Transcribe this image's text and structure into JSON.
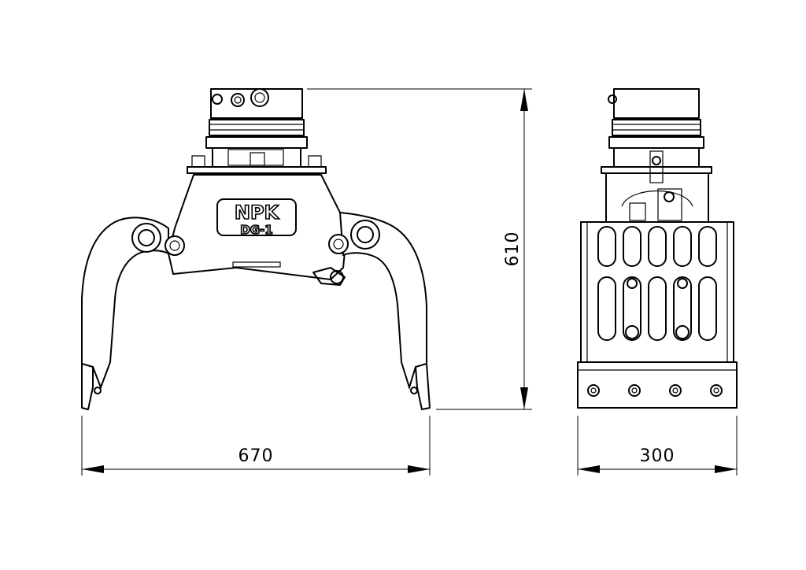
{
  "dimensions": {
    "width_label": "670",
    "height_label": "610",
    "side_width_label": "300"
  },
  "nameplate": {
    "brand": "NPK",
    "model": "DG-1"
  },
  "colors": {
    "line": "#000000",
    "background": "#ffffff"
  }
}
